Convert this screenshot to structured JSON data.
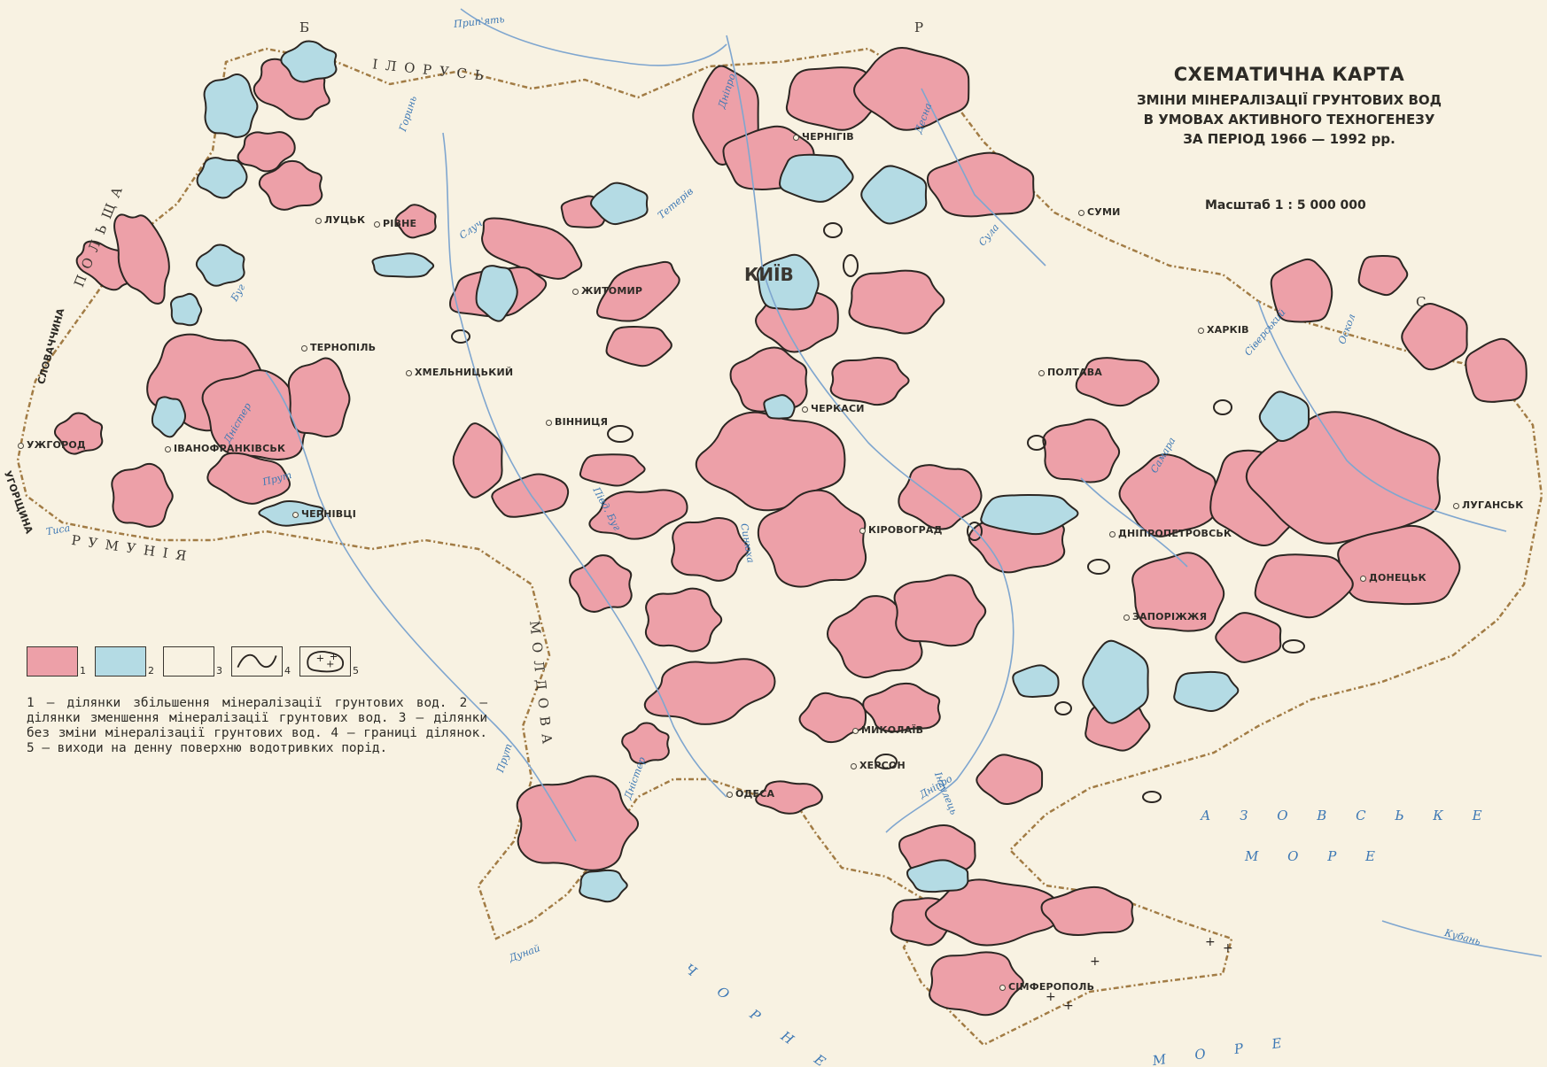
{
  "title": {
    "line1": "СХЕМАТИЧНА КАРТА",
    "line2": "ЗМІНИ МІНЕРАЛІЗАЦІЇ ГРУНТОВИХ ВОД",
    "line3": "В УМОВАХ АКТИВНОГО ТЕХНОГЕНЕЗУ",
    "line4": "ЗА ПЕРІОД 1966 — 1992 рр."
  },
  "scale": "Масштаб  1 : 5 000 000",
  "colors": {
    "increase": "#eda0a8",
    "decrease": "#b4dbe4",
    "no_change": "#f8f2e2",
    "boundary": "#2b2622",
    "river": "#7fa6cf",
    "admin_border": "#b08a4a"
  },
  "legend": {
    "items": [
      {
        "num": "1",
        "kind": "increase"
      },
      {
        "num": "2",
        "kind": "decrease"
      },
      {
        "num": "3",
        "kind": "no_change"
      },
      {
        "num": "4",
        "kind": "boundary"
      },
      {
        "num": "5",
        "kind": "outcrop"
      }
    ],
    "text": "1 — ділянки збільшення мінералізації грунтових вод. 2 — ділянки зменшення мінералізації грунтових вод. 3 — ділянки без зміни мінералізації грунтових вод. 4 — границі ділянок. 5 — виходи на денну поверхню водотривких порід."
  },
  "cities": [
    {
      "id": "lutsk",
      "name": "ЛУЦЬК"
    },
    {
      "id": "rivne",
      "name": "РІВНЕ"
    },
    {
      "id": "zhytomyr",
      "name": "ЖИТОМИР"
    },
    {
      "id": "chernihiv",
      "name": "ЧЕРНІГІВ"
    },
    {
      "id": "sumy",
      "name": "СУМИ"
    },
    {
      "id": "ternopil",
      "name": "ТЕРНОПІЛЬ"
    },
    {
      "id": "khmelnytskyi",
      "name": "ХМЕЛЬНИЦЬКИЙ"
    },
    {
      "id": "uzhhorod",
      "name": "УЖГОРОД"
    },
    {
      "id": "ivano",
      "name": "ІВАНОФРАНКІВСЬК"
    },
    {
      "id": "chernivtsi",
      "name": "ЧЕРНІВЦІ"
    },
    {
      "id": "vinnytsia",
      "name": "ВІННИЦЯ"
    },
    {
      "id": "cherkasy",
      "name": "ЧЕРКАСИ"
    },
    {
      "id": "poltava",
      "name": "ПОЛТАВА"
    },
    {
      "id": "kharkiv",
      "name": "ХАРКІВ"
    },
    {
      "id": "kirovohrad",
      "name": "КІРОВОГРАД"
    },
    {
      "id": "dnipro",
      "name": "ДНІПРОПЕТРОВСЬК"
    },
    {
      "id": "donetsk",
      "name": "ДОНЕЦЬК"
    },
    {
      "id": "luhansk",
      "name": "ЛУГАНСЬК"
    },
    {
      "id": "zaporizhzhia",
      "name": "ЗАПОРІЖЖЯ"
    },
    {
      "id": "mykolaiv",
      "name": "МИКОЛАЇВ"
    },
    {
      "id": "kherson",
      "name": "ХЕРСОН"
    },
    {
      "id": "odesa",
      "name": "ОДЕСА"
    },
    {
      "id": "simferopol",
      "name": "СІМФЕРОПОЛЬ"
    }
  ],
  "capital": "КИЇВ",
  "rivers": [
    {
      "id": "prypiat",
      "name": "Прип'ять"
    },
    {
      "id": "dnipro_n",
      "name": "Дніпро"
    },
    {
      "id": "desna",
      "name": "Десна"
    },
    {
      "id": "sula",
      "name": "Сула"
    },
    {
      "id": "sluch",
      "name": "Случ"
    },
    {
      "id": "teteriv",
      "name": "Тетерів"
    },
    {
      "id": "horyn",
      "name": "Горинь"
    },
    {
      "id": "buh",
      "name": "Буг"
    },
    {
      "id": "pivd_buh",
      "name": "Півд. Буг"
    },
    {
      "id": "prut",
      "name": "Прут"
    },
    {
      "id": "prut2",
      "name": "Прут"
    },
    {
      "id": "tysa",
      "name": "Тиса"
    },
    {
      "id": "dnister",
      "name": "Дністер"
    },
    {
      "id": "dnister2",
      "name": "Дністер"
    },
    {
      "id": "dunai",
      "name": "Дунай"
    },
    {
      "id": "dnipro_s",
      "name": "Дніпро"
    },
    {
      "id": "ingulets",
      "name": "Інгулець"
    },
    {
      "id": "siverskyi",
      "name": "Сіверський"
    },
    {
      "id": "oskol",
      "name": "Оскол"
    },
    {
      "id": "samara",
      "name": "Самара"
    },
    {
      "id": "kuban",
      "name": "Кубань"
    },
    {
      "id": "syniukha",
      "name": "Синюха"
    }
  ],
  "countries": [
    {
      "id": "b",
      "name": "Б"
    },
    {
      "id": "bilorus",
      "name": "І Л О Р У С Ь"
    },
    {
      "id": "rosiia",
      "name": "Р"
    },
    {
      "id": "russ_c",
      "name": "С"
    },
    {
      "id": "polshcha",
      "name": "П О Л Ь Щ А"
    },
    {
      "id": "rumuniia",
      "name": "Р У М У Н І Я"
    },
    {
      "id": "moldova",
      "name": "М О Л Д О В А"
    },
    {
      "id": "slovachchyna",
      "name": "СЛОВАЧЧИНА"
    },
    {
      "id": "uhorshchyna",
      "name": "УГОРЩИНА"
    }
  ],
  "seas": [
    {
      "id": "azov1",
      "name": "А З О В С Ь К Е"
    },
    {
      "id": "azov2",
      "name": "М О Р Е"
    },
    {
      "id": "black1",
      "name": "Ч О Р Н Е"
    },
    {
      "id": "black2",
      "name": "М О Р Е"
    }
  ]
}
